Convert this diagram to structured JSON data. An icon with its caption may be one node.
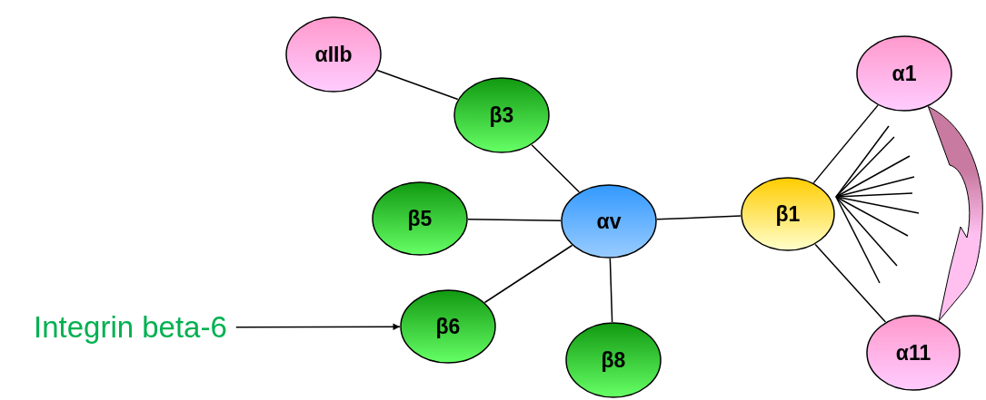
{
  "diagram": {
    "nodes": [
      {
        "text": [
          "αIIb"
        ]
      },
      {
        "text": [
          "β3"
        ]
      },
      {
        "text": [
          "β5"
        ]
      },
      {
        "text": [
          "αv"
        ]
      },
      {
        "text": [
          "β1"
        ]
      },
      {
        "text": [
          "α1"
        ]
      },
      {
        "text": [
          "β6"
        ]
      },
      {
        "text": [
          "β8"
        ]
      },
      {
        "text": [
          "α11"
        ]
      },
      {
        "text": [
          "Integrin beta-6"
        ]
      }
    ],
    "edges": [
      {
        "from": 0,
        "to": 1,
        "arrow": "none"
      },
      {
        "from": 1,
        "to": 3,
        "arrow": "none"
      },
      {
        "from": 2,
        "to": 3,
        "arrow": "none"
      },
      {
        "from": 3,
        "to": 4,
        "arrow": "none"
      },
      {
        "from": 4,
        "to": 5,
        "arrow": "none"
      },
      {
        "from": 3,
        "to": 6,
        "arrow": "none"
      },
      {
        "from": 3,
        "to": 7,
        "arrow": "none"
      },
      {
        "from": 4,
        "to": 8,
        "arrow": "none"
      },
      {
        "from": 4,
        "to": null,
        "arrow": "none"
      },
      {
        "from": 4,
        "to": null,
        "arrow": "none"
      },
      {
        "from": 4,
        "to": null,
        "arrow": "none"
      },
      {
        "from": 4,
        "to": null,
        "arrow": "none"
      },
      {
        "from": 4,
        "to": null,
        "arrow": "none"
      },
      {
        "from": 4,
        "to": null,
        "arrow": "none"
      },
      {
        "from": 4,
        "to": null,
        "arrow": "none"
      },
      {
        "from": 4,
        "to": null,
        "arrow": "none"
      },
      {
        "from": 4,
        "to": null,
        "arrow": "none"
      },
      {
        "from": 9,
        "to": 6,
        "arrow": "to"
      },
      {
        "from": 5,
        "to": 8,
        "arrow": "to",
        "style": "thick",
        "color": "#c87aa0"
      }
    ]
  }
}
